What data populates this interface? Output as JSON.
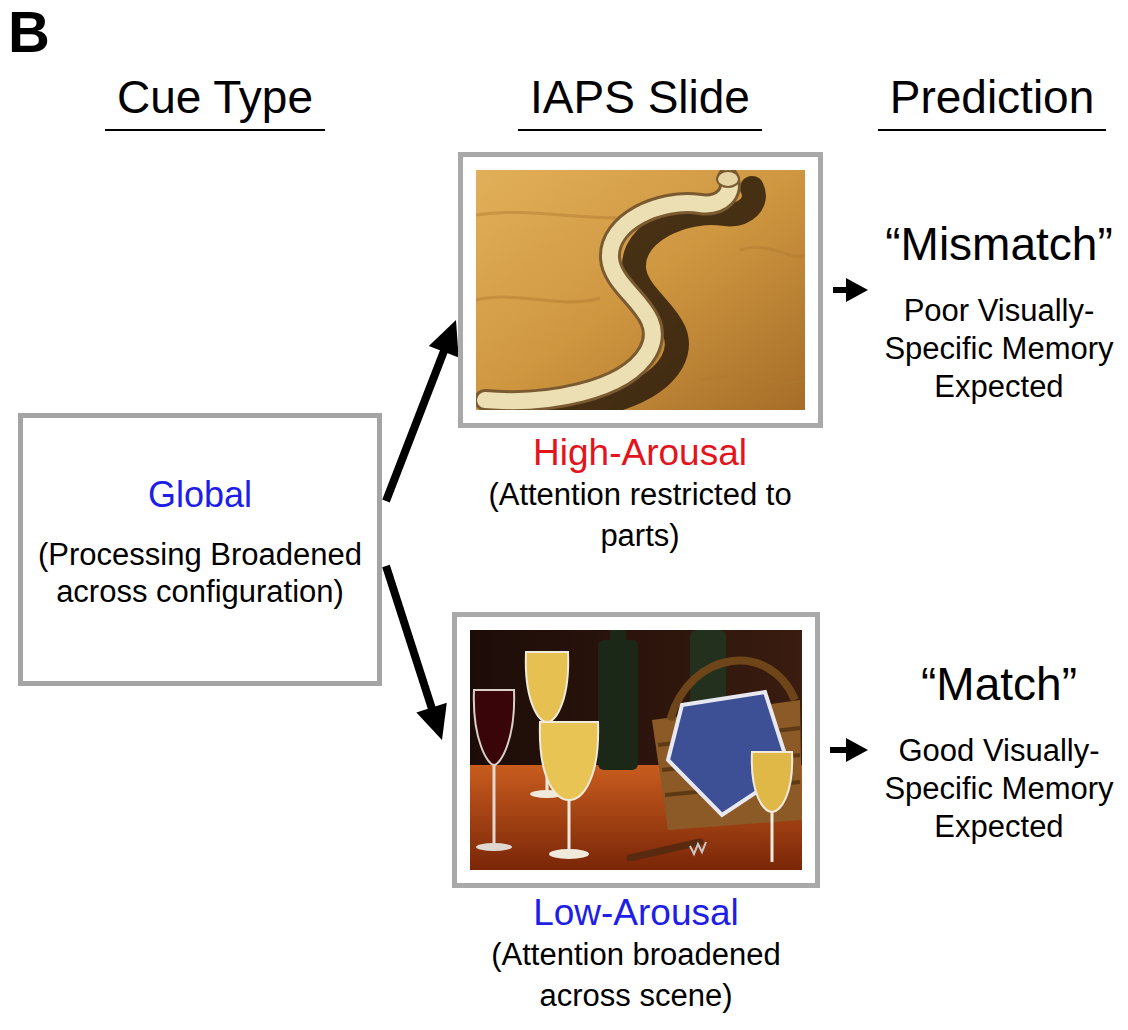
{
  "diagram": {
    "nodes": [
      {
        "text": [
          "Global",
          "(Processing Broadened across configuration)"
        ]
      },
      {
        "text": [
          "High-Arousal",
          "(Attention restricted to parts)"
        ]
      },
      {
        "text": [
          "Low-Arousal",
          "(Attention broadened across scene)"
        ]
      },
      {
        "text": [
          "“Mismatch”",
          "Poor Visually- Specific Memory Expected"
        ]
      },
      {
        "text": [
          "“Match”",
          "Good Visually- Specific Memory Expected"
        ]
      }
    ],
    "edges": [
      {
        "from": 0,
        "to": 1,
        "arrow": "to"
      },
      {
        "from": 0,
        "to": 2,
        "arrow": "to"
      },
      {
        "from": 1,
        "to": 3,
        "arrow": "to"
      },
      {
        "from": 2,
        "to": 4,
        "arrow": "to"
      }
    ],
    "labels": [
      "B",
      "Cue Type",
      "IAPS Slide",
      "Prediction"
    ]
  }
}
